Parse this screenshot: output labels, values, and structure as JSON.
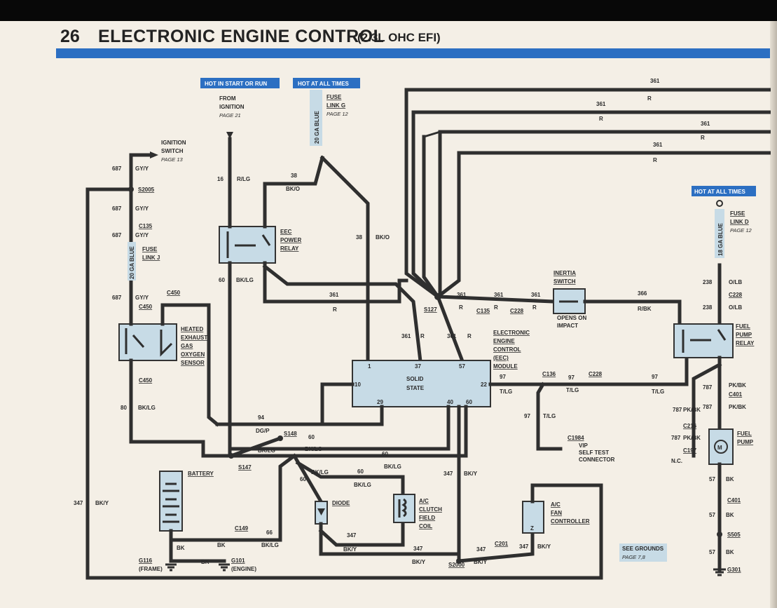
{
  "header": {
    "page_number": "26",
    "title": "ELECTRONIC ENGINE CONTROL",
    "subtitle": "(2.3L OHC EFI)"
  },
  "tags": {
    "hot_start_run": "HOT IN START OR RUN",
    "hot_all_times": "HOT AT ALL TIMES",
    "hot_all_times_right": "HOT AT ALL TIMES"
  },
  "sources": {
    "from_ignition": [
      "FROM",
      "IGNITION",
      "PAGE 21"
    ],
    "fuse_link_g": [
      "FUSE",
      "LINK G",
      "PAGE 12"
    ],
    "ignition_switch": [
      "IGNITION",
      "SWITCH",
      "PAGE 13"
    ],
    "fuse_link_d": [
      "FUSE",
      "LINK D",
      "PAGE 12"
    ],
    "fuse_link_j": [
      "FUSE",
      "LINK J"
    ]
  },
  "components": {
    "eec_relay": [
      "EEC",
      "POWER",
      "RELAY"
    ],
    "hego": [
      "HEATED",
      "EXHAUST",
      "GAS",
      "OXYGEN",
      "SENSOR"
    ],
    "eec_module": [
      "ELECTRONIC",
      "ENGINE",
      "CONTROL",
      "(EEC)",
      "MODULE"
    ],
    "solid_state": [
      "SOLID",
      "STATE"
    ],
    "inertia": [
      "INERTIA",
      "SWITCH"
    ],
    "opens_on_impact": [
      "OPENS ON",
      "IMPACT"
    ],
    "fuel_pump_relay": [
      "FUEL",
      "PUMP",
      "RELAY"
    ],
    "fuel_pump": [
      "FUEL",
      "PUMP"
    ],
    "battery": "BATTERY",
    "diode": "DIODE",
    "ac_clutch": [
      "A/C",
      "CLUTCH",
      "FIELD",
      "COIL"
    ],
    "ac_fan": [
      "A/C",
      "FAN",
      "CONTROLLER"
    ],
    "vip": [
      "C1984",
      "VIP",
      "SELF TEST",
      "CONNECTOR"
    ],
    "see_grounds": [
      "SEE GROUNDS",
      "PAGE 7,8"
    ],
    "g116": [
      "G116",
      "(FRAME)"
    ],
    "g101": [
      "G101",
      "(ENGINE)"
    ],
    "nc": "N.C."
  },
  "module_pins": [
    "1",
    "37",
    "57",
    "10",
    "22",
    "29",
    "40",
    "60"
  ],
  "wire_gauges": {
    "blue20": "20 GA BLUE",
    "blue20b": "20 GA BLUE",
    "blue18": "18 GA BLUE"
  },
  "labels": {
    "w361": "361",
    "r": "R",
    "w687": "687",
    "gyy": "GY/Y",
    "w16": "16",
    "rlg": "R/LG",
    "w38": "38",
    "bko": "BK/O",
    "w60": "60",
    "bklg": "BK/LG",
    "w366": "366",
    "rbk": "R/BK",
    "w238": "238",
    "olb": "O/LB",
    "w97": "97",
    "tlg": "T/LG",
    "w787": "787",
    "pkbk": "PK/BK",
    "w94": "94",
    "dgp": "DG/P",
    "w347": "347",
    "bky": "BK/Y",
    "w57": "57",
    "bk": "BK",
    "w80": "80",
    "w66": "66"
  },
  "connectors": {
    "c135": "C135",
    "c228": "C228",
    "c136": "C136",
    "c450": "C450",
    "c401": "C401",
    "c216": "C216",
    "c197": "C197",
    "c149": "C149",
    "c201": "C201",
    "s2005": "S2005",
    "s127": "S127",
    "s148": "S148",
    "s147": "S147",
    "s2000": "S2000",
    "s505": "S505",
    "g301": "G301"
  }
}
